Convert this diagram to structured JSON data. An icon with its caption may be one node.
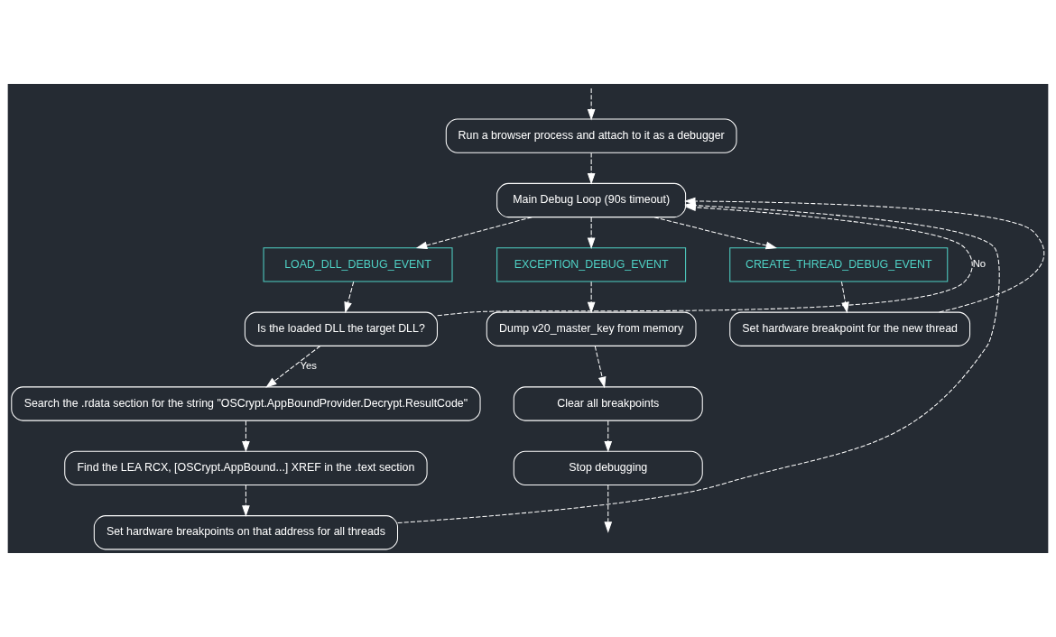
{
  "diagram": {
    "nodes": [
      {
        "text": [
          "Run a browser process and attach to it as a debugger"
        ]
      },
      {
        "text": [
          "Main Debug Loop (90s timeout)"
        ]
      },
      {
        "text": [
          "LOAD_DLL_DEBUG_EVENT"
        ]
      },
      {
        "text": [
          "EXCEPTION_DEBUG_EVENT"
        ]
      },
      {
        "text": [
          "CREATE_THREAD_DEBUG_EVENT"
        ]
      },
      {
        "text": [
          "Is the loaded DLL the target DLL?"
        ]
      },
      {
        "text": [
          "Search the .rdata section for the string \"OSCrypt.AppBoundProvider.Decrypt.ResultCode\""
        ]
      },
      {
        "text": [
          "Find the LEA RCX, [OSCrypt.AppBound...] XREF in the .text section"
        ]
      },
      {
        "text": [
          "Set hardware breakpoints on that address for all threads"
        ]
      },
      {
        "text": [
          "Dump v20_master_key from memory"
        ]
      },
      {
        "text": [
          "Clear all breakpoints"
        ]
      },
      {
        "text": [
          "Stop debugging"
        ]
      },
      {
        "text": [
          "Set hardware breakpoint for the new thread"
        ]
      }
    ],
    "edges": [
      {
        "from": null,
        "to": 0,
        "arrow": "to"
      },
      {
        "from": 0,
        "to": 1,
        "arrow": "to"
      },
      {
        "from": 1,
        "to": 2,
        "arrow": "to"
      },
      {
        "from": 1,
        "to": 3,
        "arrow": "to"
      },
      {
        "from": 1,
        "to": 4,
        "arrow": "to"
      },
      {
        "from": 2,
        "to": 5,
        "arrow": "to"
      },
      {
        "from": 5,
        "to": 6,
        "arrow": "to",
        "label": "Yes"
      },
      {
        "from": 5,
        "to": 1,
        "arrow": "to",
        "label": "No"
      },
      {
        "from": 6,
        "to": 7,
        "arrow": "to"
      },
      {
        "from": 7,
        "to": 8,
        "arrow": "to"
      },
      {
        "from": 8,
        "to": 1,
        "arrow": "to"
      },
      {
        "from": 3,
        "to": 9,
        "arrow": "to"
      },
      {
        "from": 9,
        "to": 10,
        "arrow": "to"
      },
      {
        "from": 10,
        "to": 11,
        "arrow": "to"
      },
      {
        "from": 11,
        "to": null,
        "arrow": "to"
      },
      {
        "from": 4,
        "to": 12,
        "arrow": "to"
      },
      {
        "from": 12,
        "to": 1,
        "arrow": "to"
      }
    ]
  }
}
